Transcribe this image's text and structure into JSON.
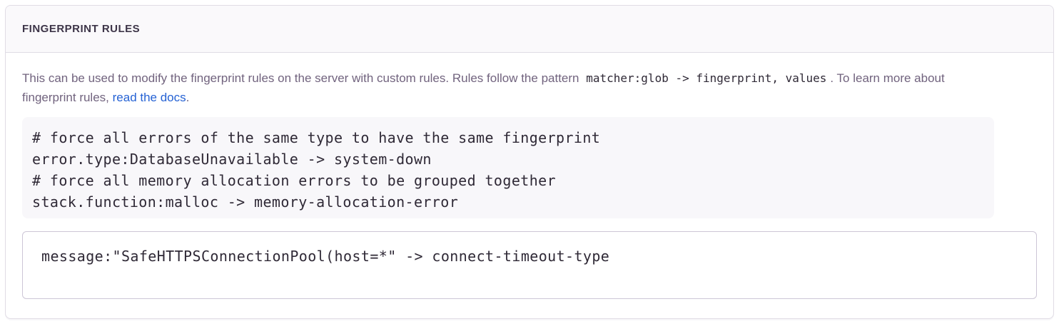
{
  "panel": {
    "title": "FINGERPRINT RULES",
    "description": {
      "text_1": "This can be used to modify the fingerprint rules on the server with custom rules. Rules follow the pattern",
      "pattern_code": "matcher:glob -> fingerprint, values",
      "text_2": ". To learn more about fingerprint rules,",
      "link_label": "read the docs",
      "text_3": "."
    },
    "example_code": "# force all errors of the same type to have the same fingerprint\nerror.type:DatabaseUnavailable -> system-down\n# force all memory allocation errors to be grouped together\nstack.function:malloc -> memory-allocation-error",
    "rules_editor": {
      "value": "message:\"SafeHTTPSConnectionPool(host=*\" -> connect-timeout-type"
    },
    "colors": {
      "link_blue": "#2562d4",
      "heading_text": "#3d3548",
      "body_text": "#71637e",
      "code_text": "#2f2936",
      "panel_border": "#e0dce5",
      "header_background": "#faf9fb",
      "code_background": "#f8f7fa",
      "input_border": "#cdc6d6"
    }
  }
}
